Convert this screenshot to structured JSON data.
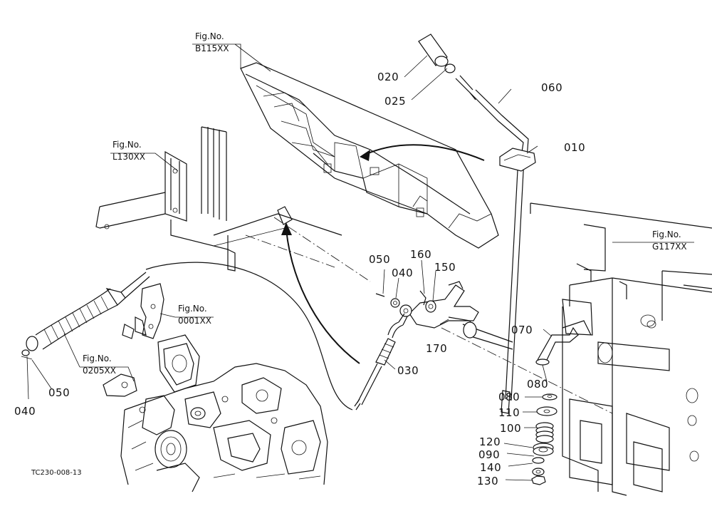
{
  "figure_refs": [
    {
      "id": "b115",
      "line1": "Fig.No.",
      "line2": "B115XX"
    },
    {
      "id": "l130",
      "line1": "Fig.No.",
      "line2": "L130XX"
    },
    {
      "id": "0001",
      "line1": "Fig.No.",
      "line2": "0001XX"
    },
    {
      "id": "0205",
      "line1": "Fig.No.",
      "line2": "0205XX"
    },
    {
      "id": "g117",
      "line1": "Fig.No.",
      "line2": "G117XX"
    }
  ],
  "callouts": {
    "p020": "020",
    "p025": "025",
    "p060": "060",
    "p010": "010",
    "p050a": "050",
    "p040a": "040",
    "p160": "160",
    "p150": "150",
    "p170": "170",
    "p070": "070",
    "p080a": "080",
    "p080b": "080",
    "p110": "110",
    "p100": "100",
    "p120": "120",
    "p090": "090",
    "p140": "140",
    "p130": "130",
    "p030": "030",
    "p040b": "040",
    "p050b": "050"
  },
  "drawing_code": "TC230-008-13"
}
